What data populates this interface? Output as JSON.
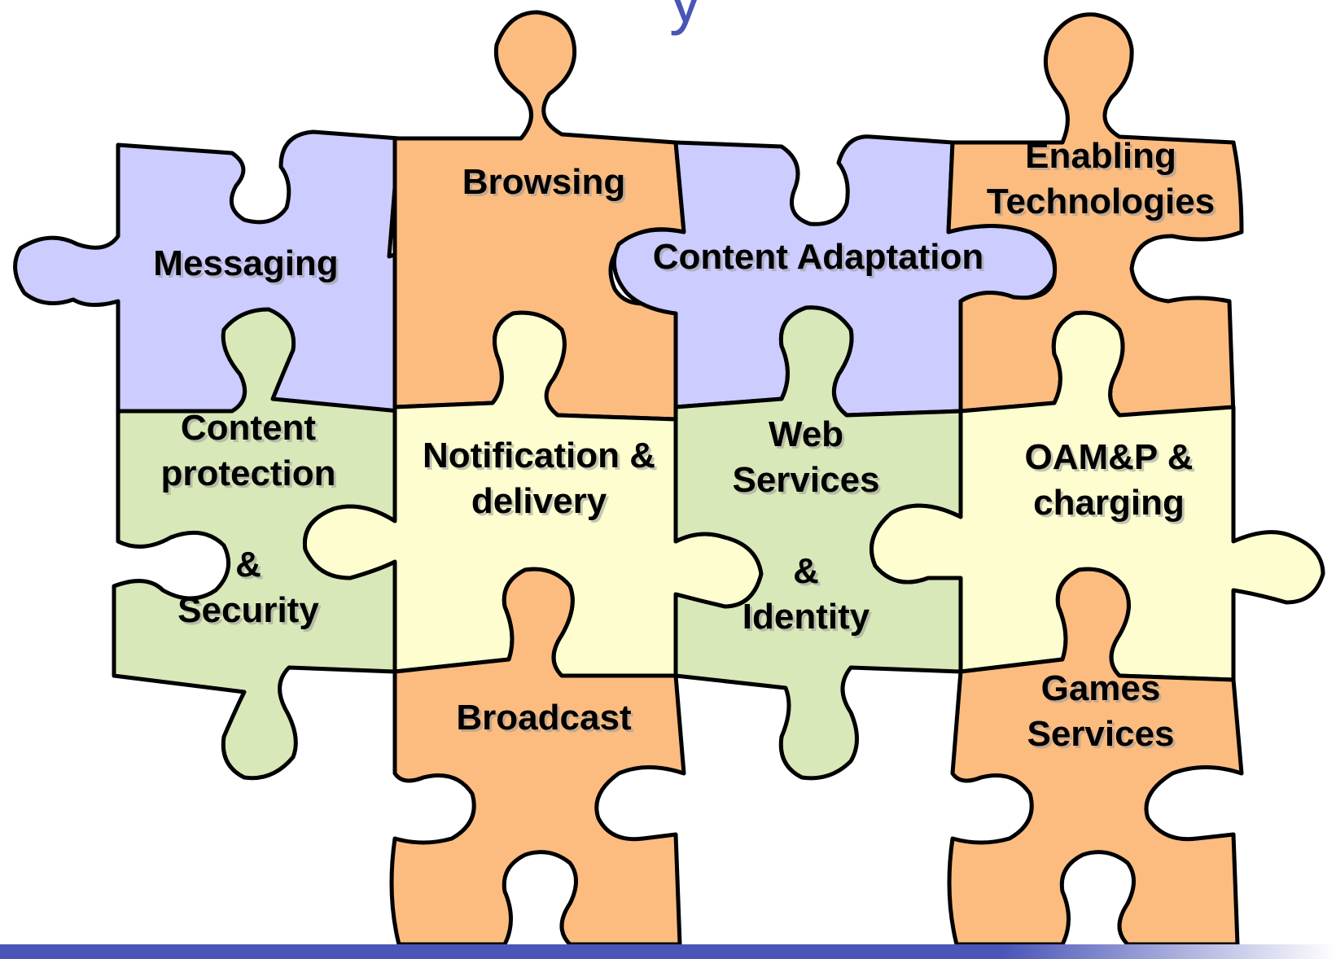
{
  "title_fragment": "y",
  "colors": {
    "orange": "#fcbc80",
    "purple": "#ccccff",
    "green": "#d8e8b8",
    "yellow": "#fdfdd0",
    "footer_bar": "#4a55b8"
  },
  "pieces": {
    "messaging": {
      "lines": [
        "Messaging"
      ],
      "color": "purple"
    },
    "browsing": {
      "lines": [
        "Browsing"
      ],
      "color": "orange"
    },
    "content_adaptation": {
      "lines": [
        "Content Adaptation"
      ],
      "color": "purple"
    },
    "enabling_technologies": {
      "lines": [
        "Enabling",
        "Technologies"
      ],
      "color": "orange"
    },
    "content_protection": {
      "lines": [
        "Content",
        "protection",
        "",
        "&",
        "Security"
      ],
      "color": "green"
    },
    "notification": {
      "lines": [
        "Notification &",
        "delivery"
      ],
      "color": "yellow"
    },
    "web_services": {
      "lines": [
        "Web",
        "Services",
        "",
        "&",
        "Identity"
      ],
      "color": "green"
    },
    "oamp": {
      "lines": [
        "OAM&P &",
        "charging"
      ],
      "color": "yellow"
    },
    "broadcast": {
      "lines": [
        "Broadcast"
      ],
      "color": "orange"
    },
    "games_services": {
      "lines": [
        "Games",
        "Services"
      ],
      "color": "orange"
    }
  }
}
